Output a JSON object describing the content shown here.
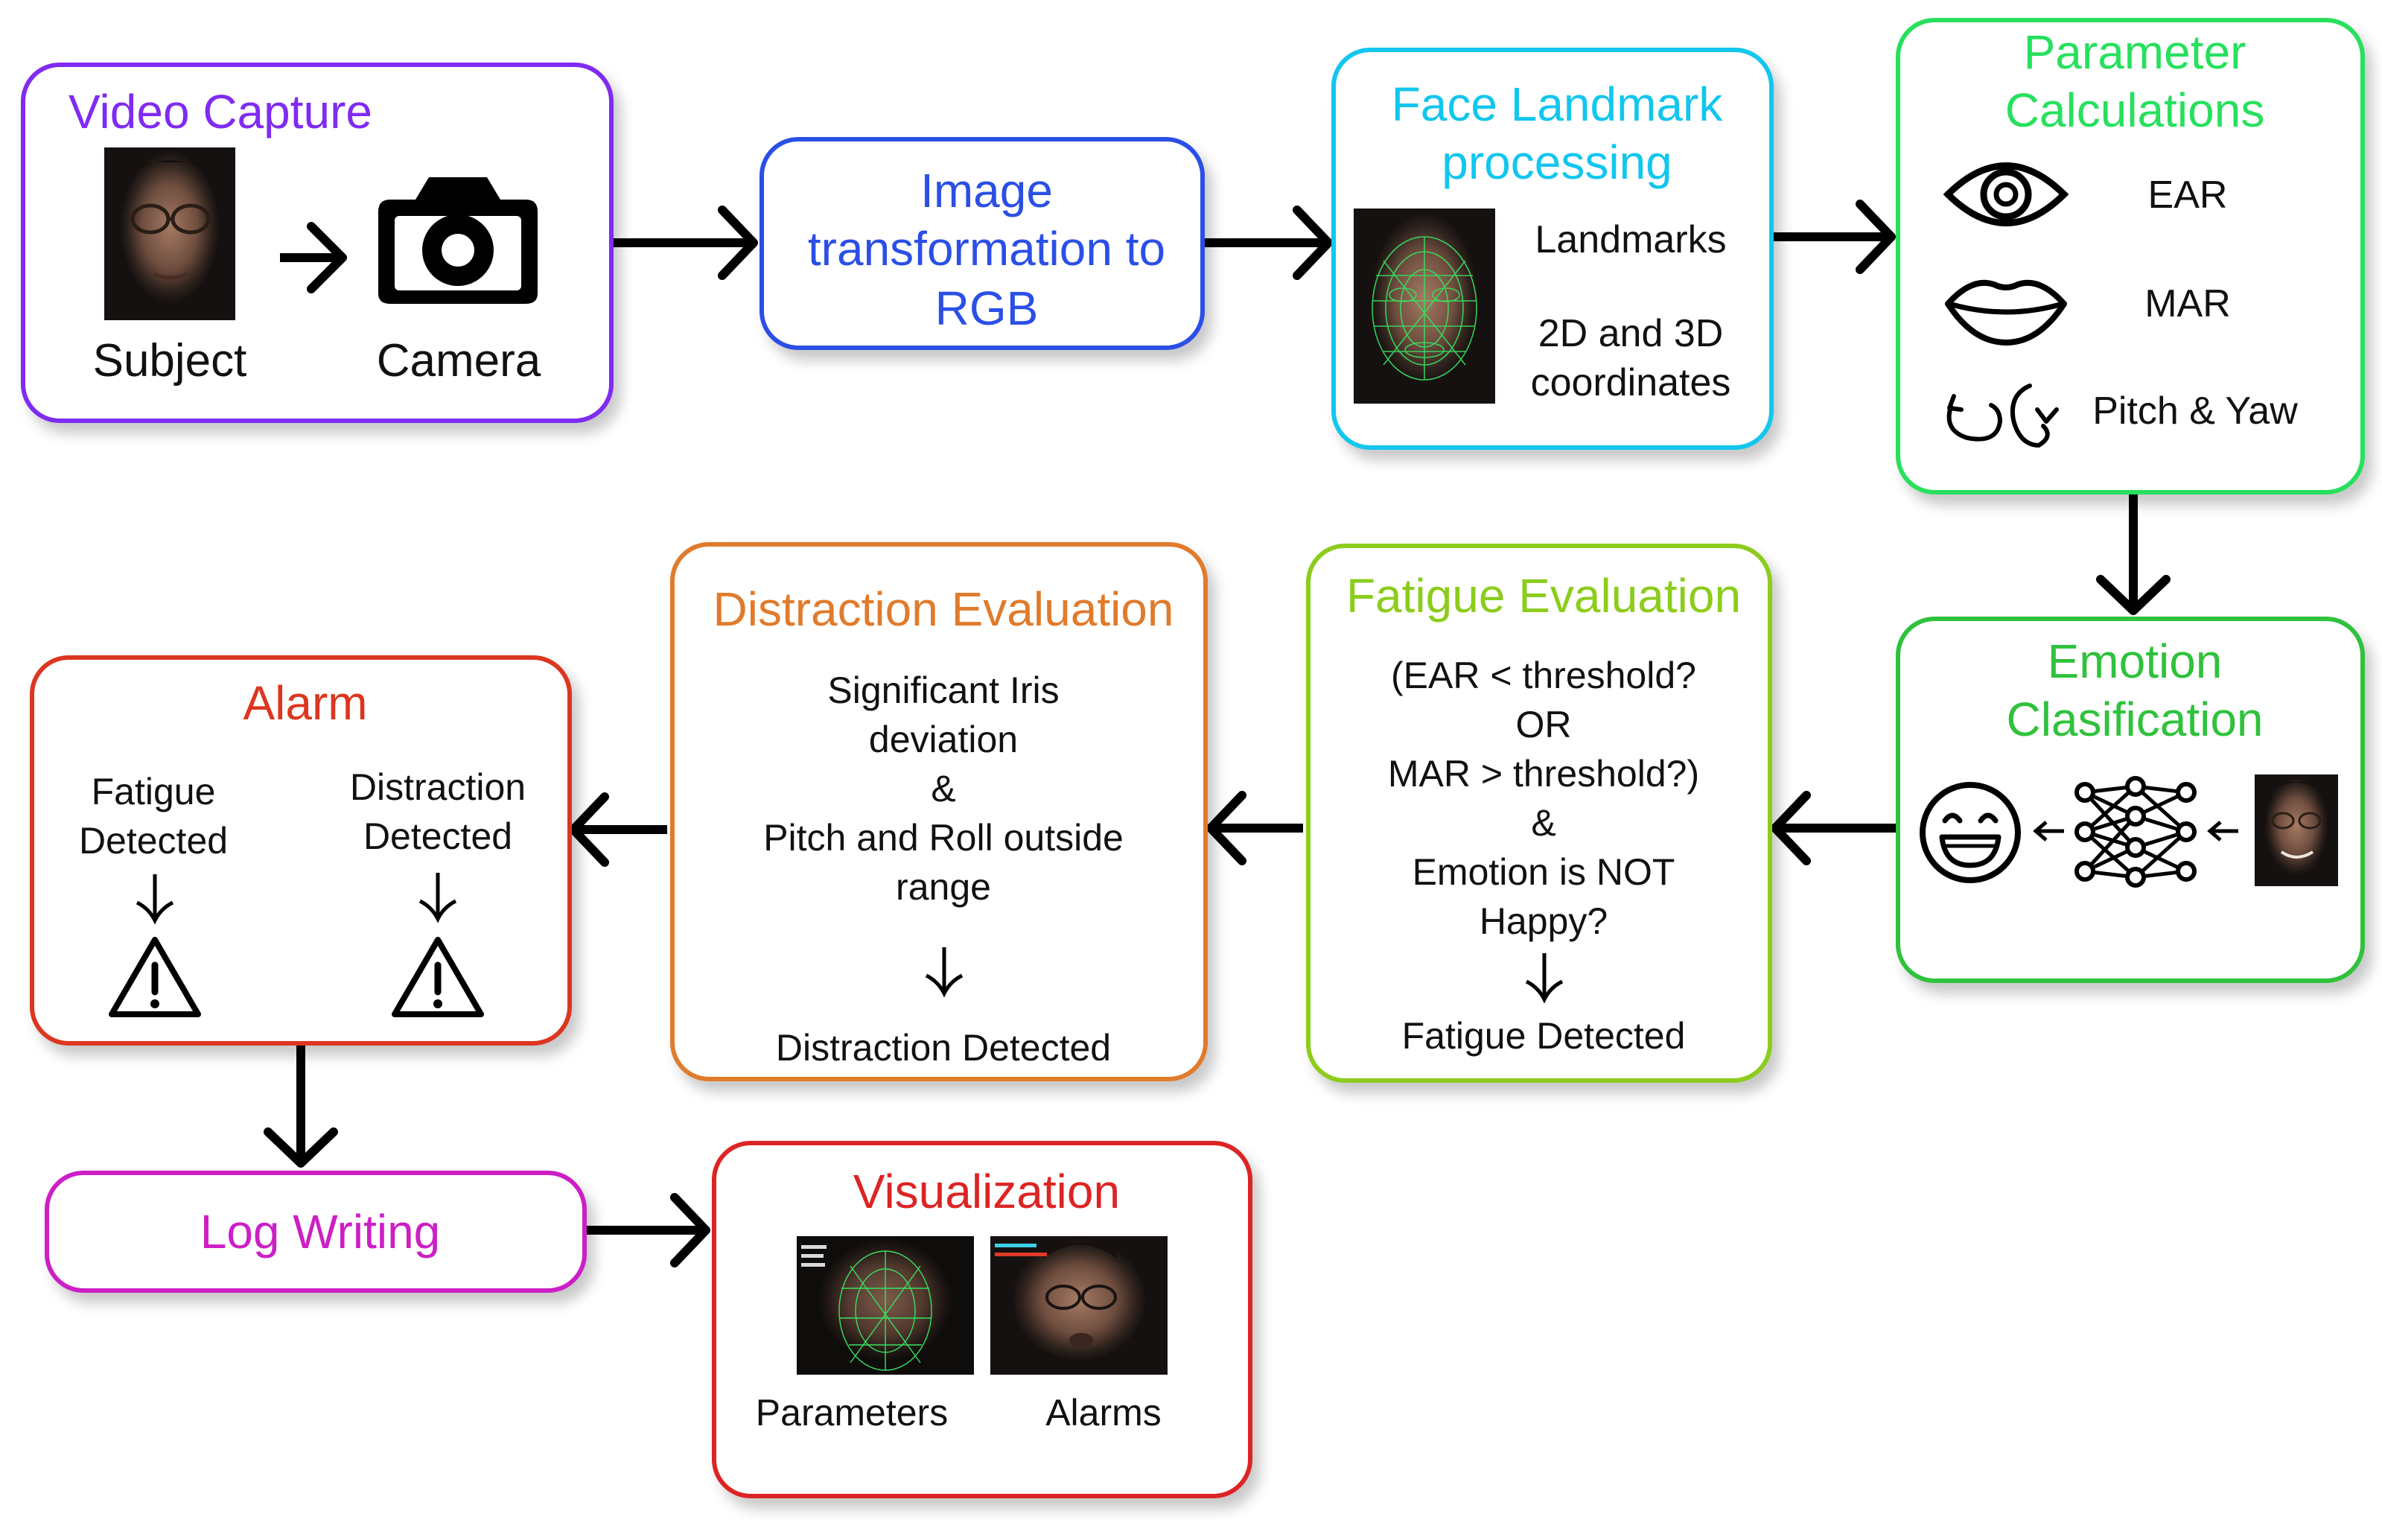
{
  "colors": {
    "video": "#7f2bf0",
    "image": "#2b4fe6",
    "landmark": "#12c6ee",
    "param": "#27e05e",
    "emotion": "#2fc23c",
    "fatigue": "#8ccc1c",
    "distraction": "#e07b2c",
    "alarm": "#dc3620",
    "log": "#cc1fc6",
    "viz": "#dc2424",
    "mesh": "#38e060",
    "arrow": "#000000"
  },
  "video_capture": {
    "title": "Video Capture",
    "subject_label": "Subject",
    "camera_label": "Camera",
    "icons": [
      "subject-face-image",
      "arrow-right-icon",
      "camera-icon"
    ]
  },
  "image_transformation": {
    "line1": "Image",
    "line2": "transformation to",
    "line3": "RGB"
  },
  "face_landmark": {
    "title_line1": "Face Landmark",
    "title_line2": "processing",
    "landmarks_label": "Landmarks",
    "coords_line1": "2D and 3D",
    "coords_line2": "coordinates",
    "icons": [
      "landmark-mesh-face-image"
    ]
  },
  "parameter_calculations": {
    "title_line1": "Parameter",
    "title_line2": "Calculations",
    "ear_label": "EAR",
    "mar_label": "MAR",
    "pitch_yaw_label": "Pitch & Yaw",
    "icons": [
      "eye-icon",
      "lips-icon",
      "rotate-icon"
    ]
  },
  "emotion_classification": {
    "title_line1": "Emotion",
    "title_line2": "Clasification",
    "icons": [
      "smiley-icon",
      "neural-network-icon",
      "face-image"
    ]
  },
  "fatigue_evaluation": {
    "title": "Fatigue Evaluation",
    "line1": "(EAR < threshold?",
    "line2": "OR",
    "line3": "MAR > threshold?)",
    "line4": "&",
    "line5": "Emotion is NOT",
    "line6": "Happy?",
    "result": "Fatigue Detected",
    "icons": [
      "down-arrow-icon"
    ]
  },
  "distraction_evaluation": {
    "title": "Distraction Evaluation",
    "line1": "Significant Iris",
    "line2": "deviation",
    "line3": "&",
    "line4": "Pitch and Roll outside",
    "line5": "range",
    "result": "Distraction Detected",
    "icons": [
      "down-arrow-icon"
    ]
  },
  "alarm": {
    "title": "Alarm",
    "fatigue_line1": "Fatigue",
    "fatigue_line2": "Detected",
    "distraction_line1": "Distraction",
    "distraction_line2": "Detected",
    "icons": [
      "warning-icon",
      "warning-icon"
    ]
  },
  "log_writing": {
    "title": "Log Writing"
  },
  "visualization": {
    "title": "Visualization",
    "parameters_label": "Parameters",
    "alarms_label": "Alarms",
    "icons": [
      "parameters-screenshot-image",
      "alarms-screenshot-image"
    ]
  }
}
